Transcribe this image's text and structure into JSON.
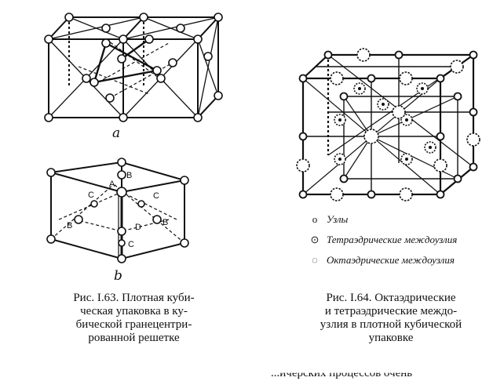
{
  "figure_163": {
    "sub_a": "a",
    "sub_b": "b",
    "labels": {
      "A": "A",
      "B": "B",
      "C": "C",
      "D": "D"
    },
    "caption_lines": [
      "Рис. I.63. Плотная куби-",
      "ческая упаковка в ку-",
      "бической гранецентри-",
      "рованной решетке"
    ]
  },
  "figure_164": {
    "legend": [
      {
        "symbol": "o",
        "label": "Узлы"
      },
      {
        "symbol": "⊙",
        "label": "Тетраэдрические междоузлия"
      },
      {
        "symbol": "◌",
        "label": "Октаэдрические междоузлия"
      }
    ],
    "caption_lines": [
      "Рис. I.64. Октаэдрические",
      "и тетраэдрические междо-",
      "узлия в плотной кубической",
      "упаковке"
    ]
  },
  "bottom_text": "...ичерских процессов очень"
}
